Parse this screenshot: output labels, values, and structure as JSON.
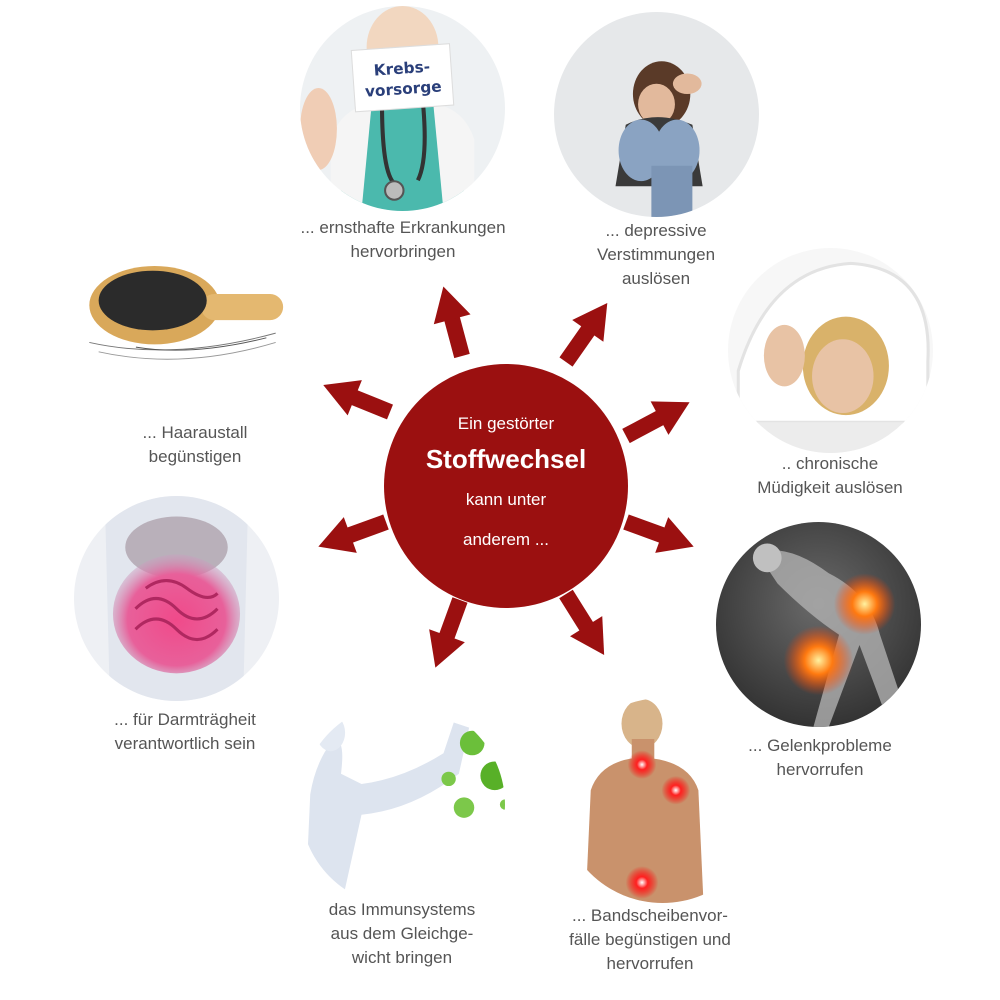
{
  "center": {
    "line1": "Ein gestörter",
    "line2": "Stoffwechsel",
    "line3": "kann unter",
    "line4": "anderem ..."
  },
  "items": [
    {
      "id": "erkrankungen",
      "lines": [
        "... ernsthafte Erkrankungen",
        "hervorbringen"
      ],
      "card_lines": [
        "Krebs-",
        "vorsorge"
      ],
      "icon": "doctor-card-photo"
    },
    {
      "id": "depression",
      "lines": [
        "... depressive",
        "Verstimmungen",
        "auslösen"
      ],
      "icon": "sad-woman-photo"
    },
    {
      "id": "muedigkeit",
      "lines": [
        ".. chronische",
        "Müdigkeit auslösen"
      ],
      "icon": "tired-woman-pillow-photo"
    },
    {
      "id": "gelenk",
      "lines": [
        "... Gelenkprobleme",
        "hervorrufen"
      ],
      "icon": "knee-pain-photo"
    },
    {
      "id": "bandscheibe",
      "lines": [
        "... Bandscheibenvor-",
        "fälle begünstigen und",
        "hervorrufen"
      ],
      "icon": "back-pain-photo"
    },
    {
      "id": "immun",
      "lines": [
        "das Immunsystems",
        "aus dem Gleichge-",
        "wicht bringen"
      ],
      "icon": "immune-virus-photo"
    },
    {
      "id": "darm",
      "lines": [
        "... für Darmträgheit",
        "verantwortlich sein"
      ],
      "icon": "intestine-photo"
    },
    {
      "id": "haar",
      "lines": [
        "... Haaraustall",
        "begünstigen"
      ],
      "icon": "hairbrush-photo"
    }
  ],
  "colors": {
    "accent": "#9b1010",
    "text": "#555555",
    "arrow": "#9b1010"
  }
}
